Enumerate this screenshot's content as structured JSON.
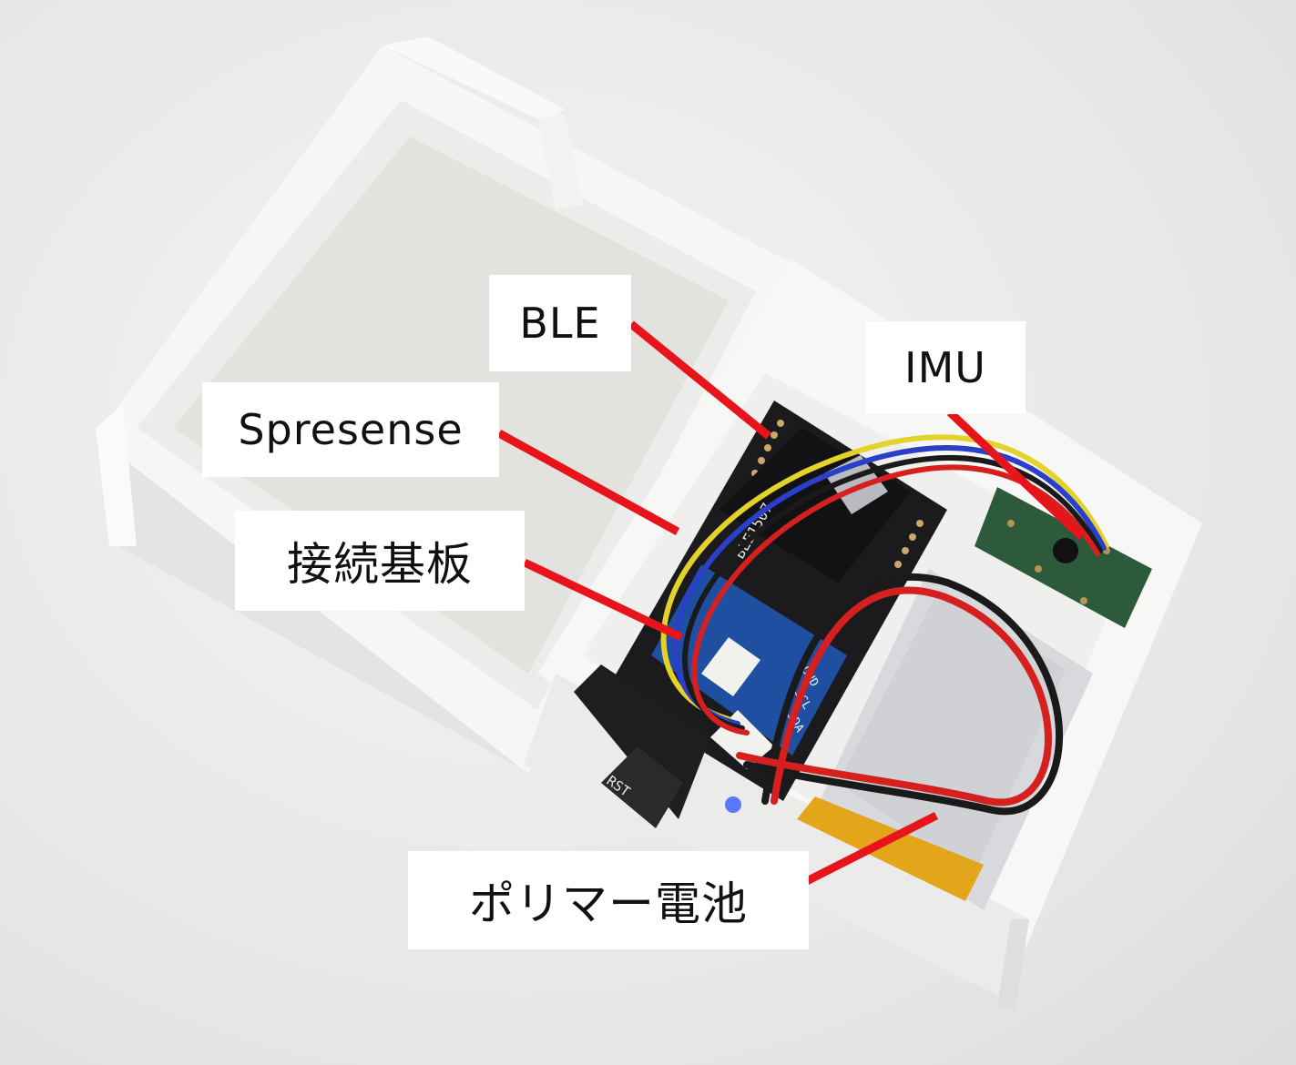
{
  "labels": {
    "ble": "BLE",
    "imu": "IMU",
    "spresense": "Spresense",
    "board": "接続基板",
    "battery": "ポリマー電池"
  },
  "colors": {
    "leader": "#e8141c",
    "case": "#f7f7f5",
    "pcb_black": "#1b1b1d",
    "pcb_blue": "#1f4fa0",
    "pcb_green": "#2c5a3a",
    "battery_silver": "#d7d9dc",
    "kapton": "#e3a51a"
  },
  "pcb_text": {
    "ble_module": "BLE1507",
    "gnd": "GND",
    "scl": "SCL",
    "sda": "SDA",
    "rst": "RST"
  }
}
